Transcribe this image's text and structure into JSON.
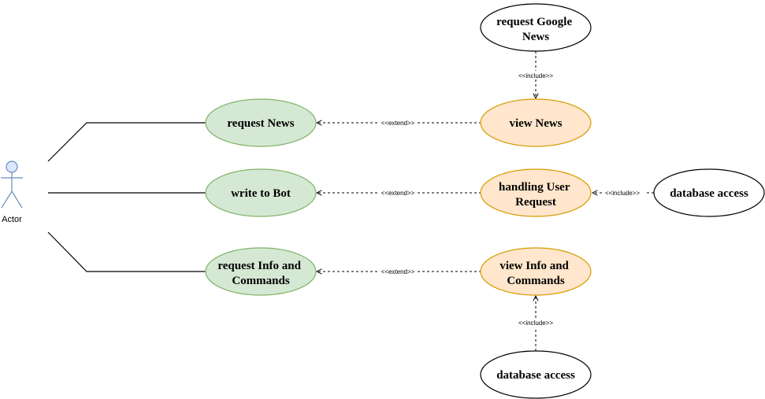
{
  "actor": {
    "label": "Actor",
    "color": "#6c8ebf",
    "fill": "#dae8fc"
  },
  "colors": {
    "green_fill": "#d5e8d4",
    "green_stroke": "#82b366",
    "orange_fill": "#ffe6cc",
    "orange_stroke": "#d79b00",
    "plain_fill": "#ffffff",
    "plain_stroke": "#000000"
  },
  "nodes": {
    "request_google_news": [
      "request Google",
      "News"
    ],
    "view_news": [
      "view News"
    ],
    "request_news": [
      "request News"
    ],
    "write_to_bot": [
      "write to Bot"
    ],
    "handling_user_request": [
      "handling User",
      "Request"
    ],
    "database_access_right": [
      "database access"
    ],
    "request_info_commands": [
      "request Info and",
      "Commands"
    ],
    "view_info_commands": [
      "view Info and",
      "Commands"
    ],
    "database_access_bottom": [
      "database access"
    ]
  },
  "edge_labels": {
    "include_top": "<<include>>",
    "extend_news": "<<extend>>",
    "extend_bot": "<<extend>>",
    "include_right": "<<include>>",
    "extend_info": "<<extend>>",
    "include_bottom": "<<include>>"
  }
}
